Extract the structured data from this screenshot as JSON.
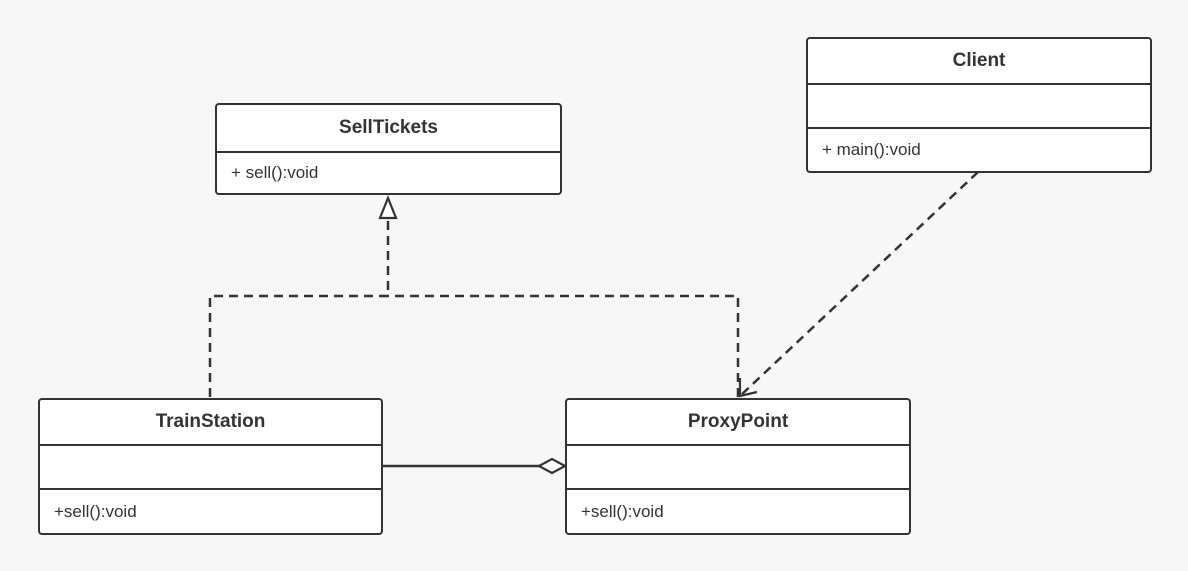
{
  "diagram": {
    "type": "uml-class-diagram",
    "colors": {
      "background": "#f7f7f7",
      "box_fill": "#ffffff",
      "stroke": "#333333",
      "text": "#333333"
    },
    "classes": {
      "sell_tickets": {
        "name": "SellTickets",
        "attributes": [],
        "methods": [
          "+ sell():void"
        ]
      },
      "client": {
        "name": "Client",
        "attributes": [],
        "methods": [
          "+ main():void"
        ]
      },
      "train_station": {
        "name": "TrainStation",
        "attributes": [],
        "methods": [
          "+sell():void"
        ]
      },
      "proxy_point": {
        "name": "ProxyPoint",
        "attributes": [],
        "methods": [
          "+sell():void"
        ]
      }
    },
    "relationships": [
      {
        "type": "realization",
        "from": "TrainStation",
        "to": "SellTickets"
      },
      {
        "type": "realization",
        "from": "ProxyPoint",
        "to": "SellTickets"
      },
      {
        "type": "dependency",
        "from": "Client",
        "to": "ProxyPoint"
      },
      {
        "type": "aggregation",
        "from": "TrainStation",
        "to": "ProxyPoint"
      }
    ]
  }
}
